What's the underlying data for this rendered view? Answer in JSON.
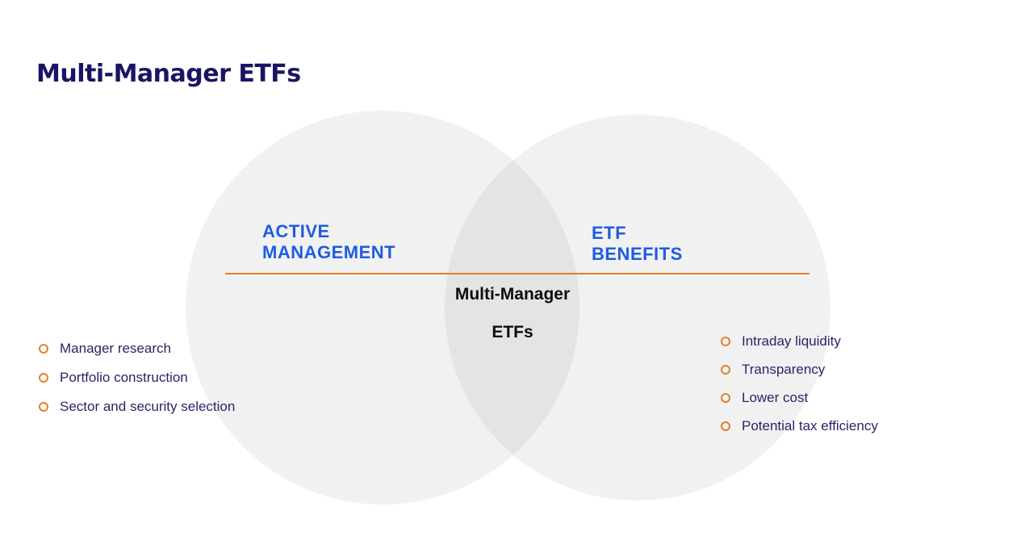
{
  "slide": {
    "title": "Multi-Manager ETFs"
  },
  "venn": {
    "left_circle": {
      "heading": "ACTIVE\nMANAGEMENT"
    },
    "right_circle": {
      "heading": "ETF\nBENEFITS"
    },
    "center": {
      "line1": "Multi-Manager",
      "line2": "ETFs"
    }
  },
  "left_list": {
    "items": [
      "Manager research",
      "Portfolio construction",
      "Sector and security selection"
    ]
  },
  "right_list": {
    "items": [
      "Intraday liquidity",
      "Transparency",
      "Lower cost",
      "Potential tax efficiency"
    ]
  },
  "icons": {
    "bullet": "circle-outline-bullet-icon"
  },
  "colors": {
    "title_text": "#1a1464",
    "venn_heading_text": "#1f5ce0",
    "center_text": "#0d0d0d",
    "bullet_text": "#292568",
    "bullet_ring": "#e0812b",
    "divider_line": "#e0812b",
    "circle_fill": "#f2f2f2",
    "circle_overlap_fill": "#e8e8e8",
    "background": "#ffffff"
  }
}
